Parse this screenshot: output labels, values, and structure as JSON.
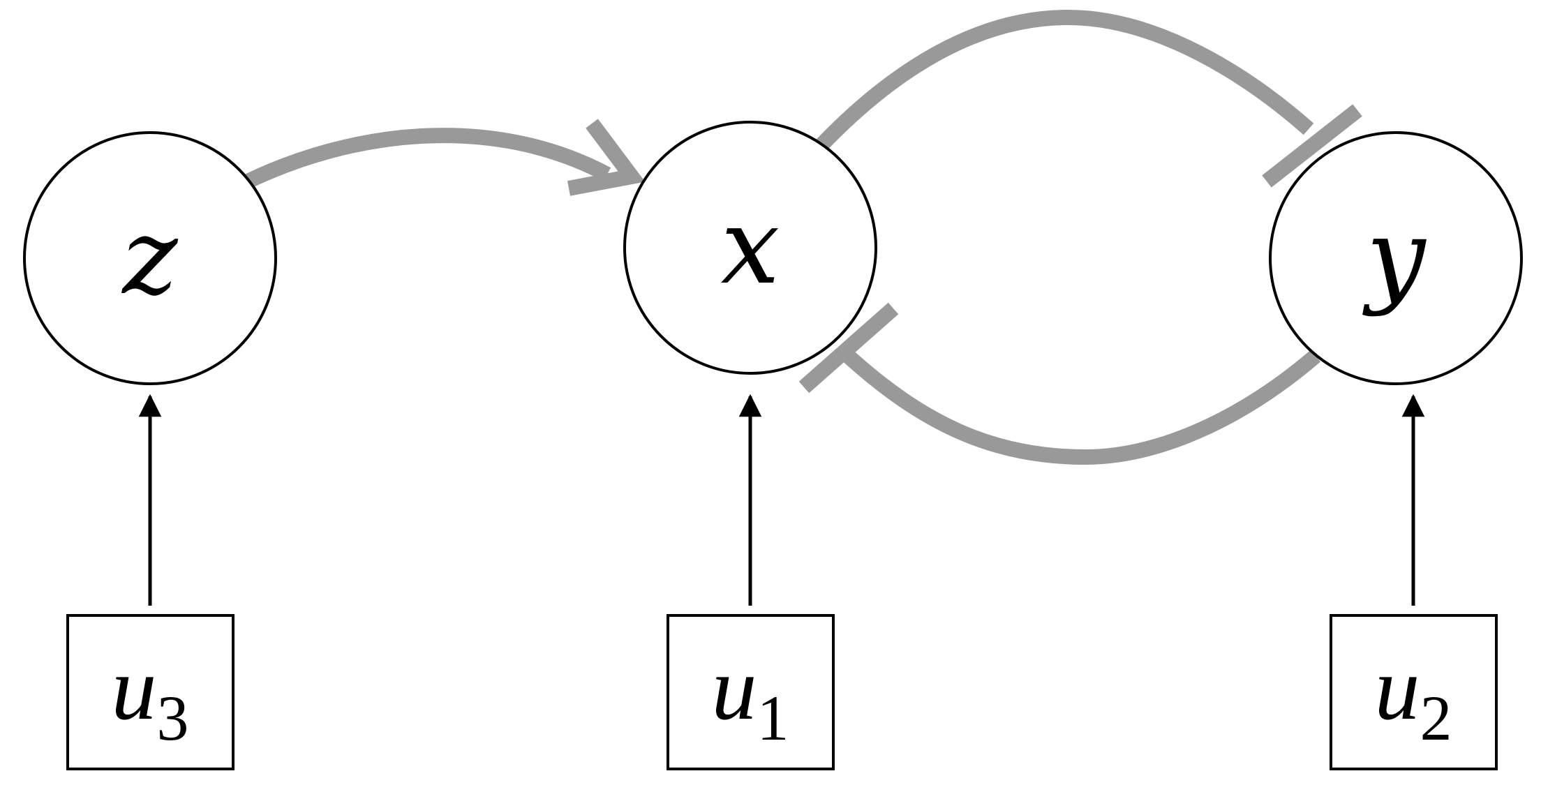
{
  "colors": {
    "edge": "#999999",
    "node_stroke": "#000000",
    "input_arrow": "#000000",
    "background": "#ffffff"
  },
  "nodes": {
    "z": {
      "label": "z"
    },
    "x": {
      "label": "x"
    },
    "y": {
      "label": "y"
    }
  },
  "inputs": {
    "u3": {
      "base": "u",
      "sub": "3"
    },
    "u1": {
      "base": "u",
      "sub": "1"
    },
    "u2": {
      "base": "u",
      "sub": "2"
    }
  },
  "edges": [
    {
      "from": "z",
      "to": "x",
      "type": "activation"
    },
    {
      "from": "x",
      "to": "y",
      "type": "inhibition"
    },
    {
      "from": "y",
      "to": "x",
      "type": "inhibition"
    }
  ]
}
